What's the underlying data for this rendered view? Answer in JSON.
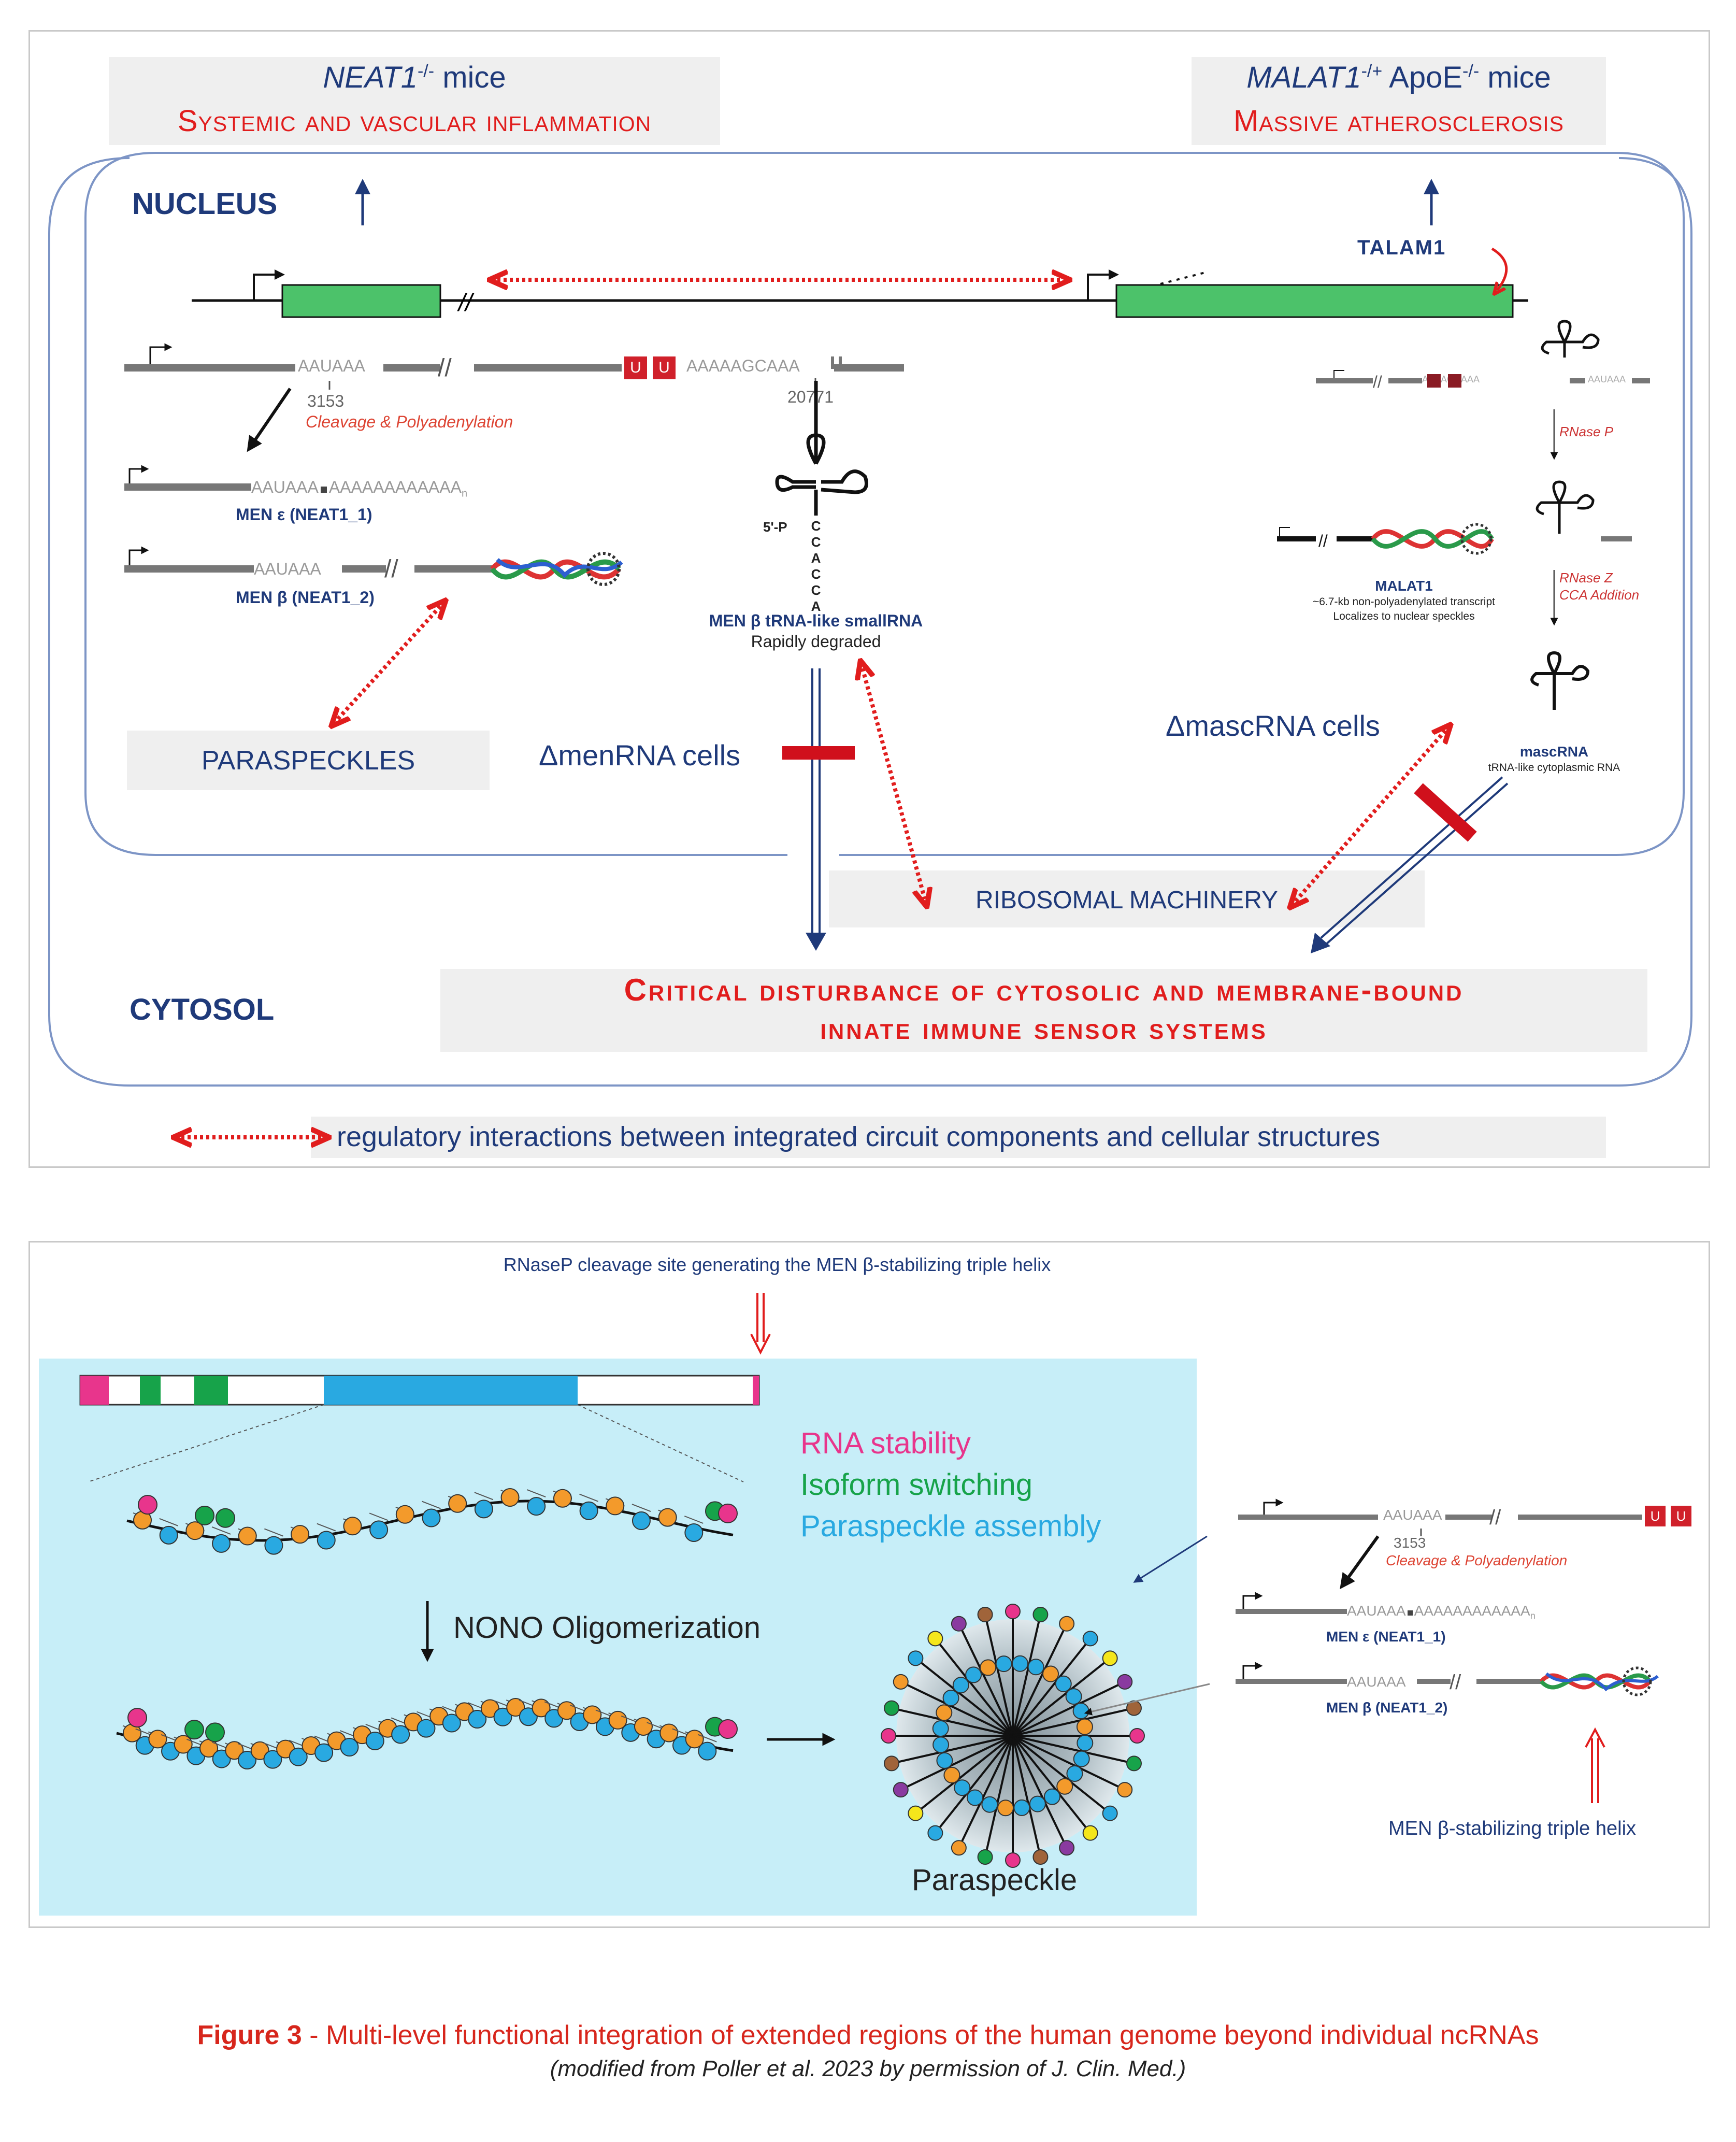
{
  "top_panel": {
    "header_left": {
      "gene": "NEAT1",
      "superscript": "-/-",
      "suffix": " mice",
      "phenotype": "Systemic and vascular inflammation"
    },
    "header_right": {
      "gene": "MALAT1",
      "sup1": "-/+",
      "mid": " ApoE",
      "sup2": "-/-",
      "suffix": " mice",
      "phenotype": "Massive atherosclerosis"
    },
    "nucleus_label": "NUCLEUS",
    "cytosol_label": "CYTOSOL",
    "genes": {
      "neat1": "Neat1",
      "malat1": "Malat-1",
      "talam1": "TALAM1"
    },
    "neat1_transcript": {
      "signal": "AAUAAA",
      "u_box": "U",
      "tail_seq": "AAAAAGCAAA",
      "pos1": "3153",
      "pos2": "20771",
      "cleavage": "Cleavage & Polyadenylation"
    },
    "men_epsilon": {
      "seq": "AAUAAA",
      "polya": "AAAAAAAAAAAA",
      "polya_sub": "n",
      "label": "MEN ε (NEAT1_1)"
    },
    "men_beta": {
      "seq": "AAUAAA",
      "label": "MEN β (NEAT1_2)"
    },
    "paraspeckles": "PARASPECKLES",
    "trna_small": {
      "five_p": "5'-P",
      "seq": [
        "C",
        "C",
        "A",
        "C",
        "C",
        "A"
      ],
      "label": "MEN β tRNA-like smallRNA",
      "sub": "Rapidly degraded"
    },
    "delta_men": "ΔmenRNA cells",
    "delta_masc": "ΔmascRNA cells",
    "malat1_block": {
      "seq1": "AAAAGCAAA",
      "seq2": "AAUAAA",
      "rnase_p": "RNase P",
      "rnase_z": "RNase Z",
      "cca": "CCA Addition",
      "title": "MALAT1",
      "desc1": "~6.7-kb non-polyadenylated transcript",
      "desc2": "Localizes to nuclear speckles",
      "masc_title": "mascRNA",
      "masc_desc": "tRNA-like cytoplasmic RNA"
    },
    "ribosomal": "RIBOSOMAL MACHINERY",
    "critical_line1": "Critical disturbance of cytosolic and membrane-bound",
    "critical_line2": "innate immune sensor systems",
    "legend": "regulatory interactions between integrated circuit components and cellular structures"
  },
  "bottom_panel": {
    "rnasep": "RNaseP cleavage site generating the MEN β-stabilizing triple helix",
    "legend_stability": "RNA stability",
    "legend_isoform": "Isoform switching",
    "legend_assembly": "Paraspeckle assembly",
    "nono": "NONO Oligomerization",
    "paraspeckle": "Paraspeckle",
    "right_transcript": {
      "signal": "AAUAAA",
      "u_box": "U",
      "pos": "3153",
      "cleavage": "Cleavage & Polyadenylation",
      "eps_seq": "AAUAAA",
      "eps_polya": "AAAAAAAAAAAA",
      "eps_sub": "n",
      "eps_label": "MEN ε (NEAT1_1)",
      "beta_seq": "AAUAAA",
      "beta_label": "MEN β (NEAT1_2)"
    },
    "triple_helix": "MEN β-stabilizing triple helix"
  },
  "caption": {
    "figure": "Figure 3",
    "text": " - Multi-level functional integration of extended regions of the human genome beyond individual ncRNAs",
    "credit": "(modified from Poller et al. 2023 by permission of J. Clin. Med.)"
  },
  "colors": {
    "red": "#e11d1d",
    "navy": "#1f3a7a",
    "gene_green": "#4cc26a",
    "cyan_bg": "#c7eef8",
    "magenta": "#e8358c",
    "green": "#17a34a",
    "blue": "#29a9e1",
    "orange": "#f39a2b"
  }
}
